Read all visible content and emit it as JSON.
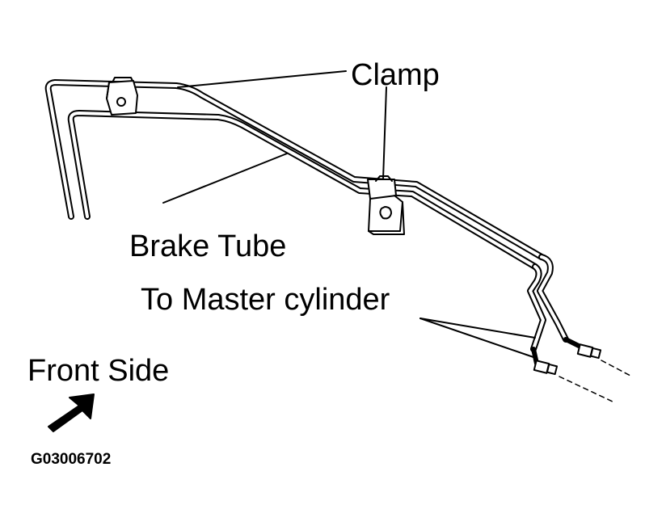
{
  "labels": {
    "clamp": "Clamp",
    "brake_tube": "Brake Tube",
    "to_master_cylinder": "To Master cylinder",
    "front_side": "Front Side",
    "figure_code": "G03006702"
  },
  "colors": {
    "ink": "#000000",
    "background": "#ffffff"
  }
}
